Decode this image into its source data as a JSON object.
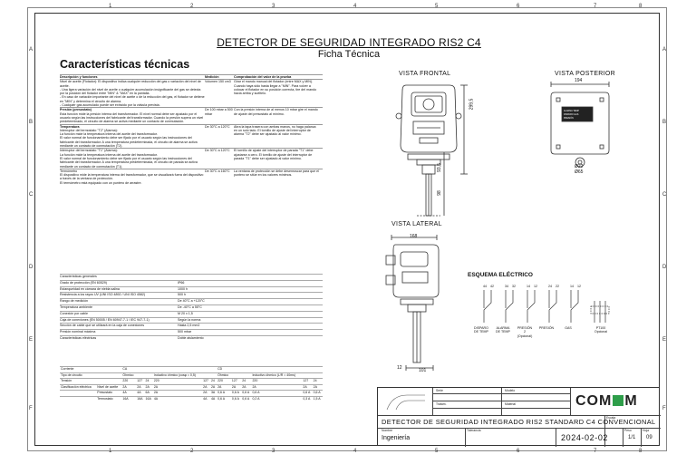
{
  "header": {
    "title": "DETECTOR DE SEGURIDAD INTEGRADO RIS2 C4",
    "subtitle": "Ficha Técnica",
    "section_heading": "Características técnicas"
  },
  "grid": {
    "columns": [
      "1",
      "2",
      "3",
      "4",
      "5",
      "6",
      "7",
      "8"
    ],
    "rows": [
      "A",
      "B",
      "C",
      "D",
      "E",
      "F"
    ]
  },
  "spec_table": {
    "headers": [
      "Descripción y funciones",
      "Medición",
      "Comprobación del valor de la prueba"
    ],
    "sections": [
      {
        "title": "Nivel de aceite (Flotador): El dispositivo indica cualquier reducción del gas o variación del nivel de aceite.",
        "lines": [
          "- Una ligera variación del nivel de aceite o cualquier acumulación insignificante del gas se detecta por la posición del flotador entre \"MIN\" & \"MAX\" en la pantalla.",
          "- En caso de variación importante del nivel de aceite o de la reducción del gas, el flotador se detiene en \"MIN\" y determina el circuito de alarma.",
          "- Cualquier gas acumulado puede ser extraído por la válvula prevista."
        ],
        "measure": "Volumen 150 cm3",
        "check": "Girar el mando manual del flotador (entre MAX y MIN). Cuando haya sido hasta llegar a \"MIN\". Para volver a colocar el flotador en su posición correcta, tire del mando hacia arriba y suéltelo."
      },
      {
        "title": "Presión (presostato)",
        "lines": [
          "Esta función mide la presión interna del transformador. El nivel normal debe ser ajustado por el usuario según las instrucciones del fabricante del transformador. Cuando la presión supera un nivel predeterminado, el circuito de alarma se activa mediante un contacto de conmutación."
        ],
        "measure": "De 100 mbar a 500 mbar",
        "check": "Con la presión interna de al menos 10 mbar gire el mando de ajuste del presostato al mínimo."
      },
      {
        "title": "Temperatura",
        "lines": [
          "Interruptor del termostato \"T2\" (Alarma):",
          "La función mide la temperatura interna del aceite del transformador.",
          "El valor normal de funcionamiento debe ser fijado por el usuario según las instrucciones del fabricante del transformador. A una temperatura predeterminada, el circuito de alarma se activa mediante un contacto de conmutación (T2)."
        ],
        "measure": "De 30°C a 120°C",
        "check": "Abra la tapa trasera con ambas manos, no haga palanca en un solo lado. El tornillo de ajuste del interruptor de alarma \"T2\" debe ser ajustado al valor mínimo."
      },
      {
        "title": "Interruptor del termostato \"T1\" (Alarma):",
        "lines": [
          "La función mide la temperatura interna del aceite del transformador.",
          "El valor normal de funcionamiento debe ser fijado por el usuario según las instrucciones del fabricante del transformador. A una temperatura predeterminada, el circuito de parada se activa mediante un contacto de conmutación (T1)."
        ],
        "measure": "De 30°C a 120°C",
        "check": "El tornillo de ajuste del interruptor de parada \"T1\" debe ajustarse a cero. El tornillo de ajuste del interruptor de parada \"T1\" debe ser ajustado al valor mínimo."
      },
      {
        "title": "Termómetro",
        "lines": [
          "El dispositivo mide la temperatura interna del transformador, que se visualizará fuera del dispositivo a través de la ventana de protección.",
          "El termómetro está equipado con un puntero de arrastre."
        ],
        "measure": "De 30°C a 160°C",
        "check": "La ventana de protección se debe desenroscar para que el puntero se sitúe en los valores mínimos."
      }
    ]
  },
  "general": {
    "heading": "Características generales",
    "rows": [
      {
        "k": "Grado de protección (EN 60529)",
        "v": "IP66"
      },
      {
        "k": "Estanqueidad en cámara de niebla salina",
        "v": "1000 h"
      },
      {
        "k": "Resistencia a los rayos UV (UNI ISO 4892 / UNI ISO 4582)",
        "v": "500 h"
      },
      {
        "k": "Rango de medición",
        "v": "De 40°C a +120°C"
      },
      {
        "k": "Temperatura ambiente",
        "v": "De -40°C a 55°C"
      },
      {
        "k": "Conexión por cable",
        "v": "M 20 x 1,5"
      },
      {
        "k": "Caja de conexiones (EN 50005 / EN 60947-7-1 / IEC 947-7-1)",
        "v": "Según la norma"
      },
      {
        "k": "Sección de cable que se utilizará en la caja de conexiones",
        "v": "Hasta 2,5 mm2"
      },
      {
        "k": "Presión nominal máxima",
        "v": "500 mbar"
      },
      {
        "k": "Características eléctricas",
        "v": "Doble aislamiento"
      }
    ]
  },
  "contact_table": {
    "rows": [
      [
        "Corriente",
        "",
        "CA",
        "",
        "",
        "",
        "",
        "",
        "CD",
        "",
        "",
        "",
        "",
        ""
      ],
      [
        "Tipo de circuito",
        "",
        "Óhmico",
        "",
        "",
        "Inductivo óhmico (cosφ = 0,5)",
        "",
        "",
        "Óhmico",
        "",
        "",
        "Inductivo óhmico (L/R = 40ms)",
        "",
        ""
      ],
      [
        "Tensión",
        "",
        "220",
        "127",
        "24",
        "220",
        "127",
        "24",
        "220",
        "127",
        "24",
        "220",
        "127",
        "24"
      ],
      [
        "Clasificación eléctrica",
        "Nivel de aceite",
        "2A",
        "2A",
        "2A",
        "2A",
        "2A",
        "2A",
        "2A",
        "2A",
        "2A",
        "2A",
        "2A",
        "2A"
      ],
      [
        "",
        "Presostato",
        "4A",
        "4A",
        "6A",
        "2A",
        "2A",
        "3A",
        "0,6 A",
        "0,6 A",
        "0,6 A",
        "0,6 A",
        "0,6 A",
        "0,6 A"
      ],
      [
        "",
        "Termostato",
        "16A",
        "16A",
        "16A",
        "4A",
        "4A",
        "4A",
        "0,6 A",
        "0,6 A",
        "0,6 A",
        "0,2 A",
        "0,3 A",
        "1,5 A"
      ]
    ]
  },
  "views": {
    "front": "VISTA FRONTAL",
    "rear": "VISTA POSTERIOR",
    "side": "VISTA LATERAL",
    "dims": {
      "front_height": "299,5",
      "front_mid": "93,5",
      "front_low": "98",
      "rear_width": "194",
      "rear_d1": "Ø22",
      "rear_d2": "Ø65",
      "side_width": "168",
      "side_bottom_a": "12",
      "side_bottom_b": "101"
    }
  },
  "schematic": {
    "title": "ESQUEMA ELÉCTRICO",
    "terminals": [
      "44",
      "42",
      "34",
      "32",
      "14",
      "12",
      "24",
      "22",
      "14",
      "12"
    ],
    "labels": [
      "DISPARO DE TEMP",
      "ALARMA DE TEMP",
      "PRESIÓN 2 (Opcional)",
      "PRESIÓN",
      "GAS",
      "PT100 Opcional"
    ]
  },
  "title_block": {
    "company": "COM",
    "company_tail": "M",
    "drawing_title": "DETECTOR DE SEGURIDAD INTEGRADO RIS2 STANDARD C4 CONVENCIONAL",
    "author": "Ingeniería",
    "date": "2024-02-02",
    "scale": "1/1",
    "sheet": "09",
    "small_labels": [
      "Serie",
      "Modelo",
      "Tratam.",
      "Material",
      "Tolerancia",
      "Escala",
      "Nombre",
      "Peso",
      "Hoja"
    ]
  },
  "colors": {
    "line": "#333333",
    "logo_accent": "#2e9e4a"
  }
}
